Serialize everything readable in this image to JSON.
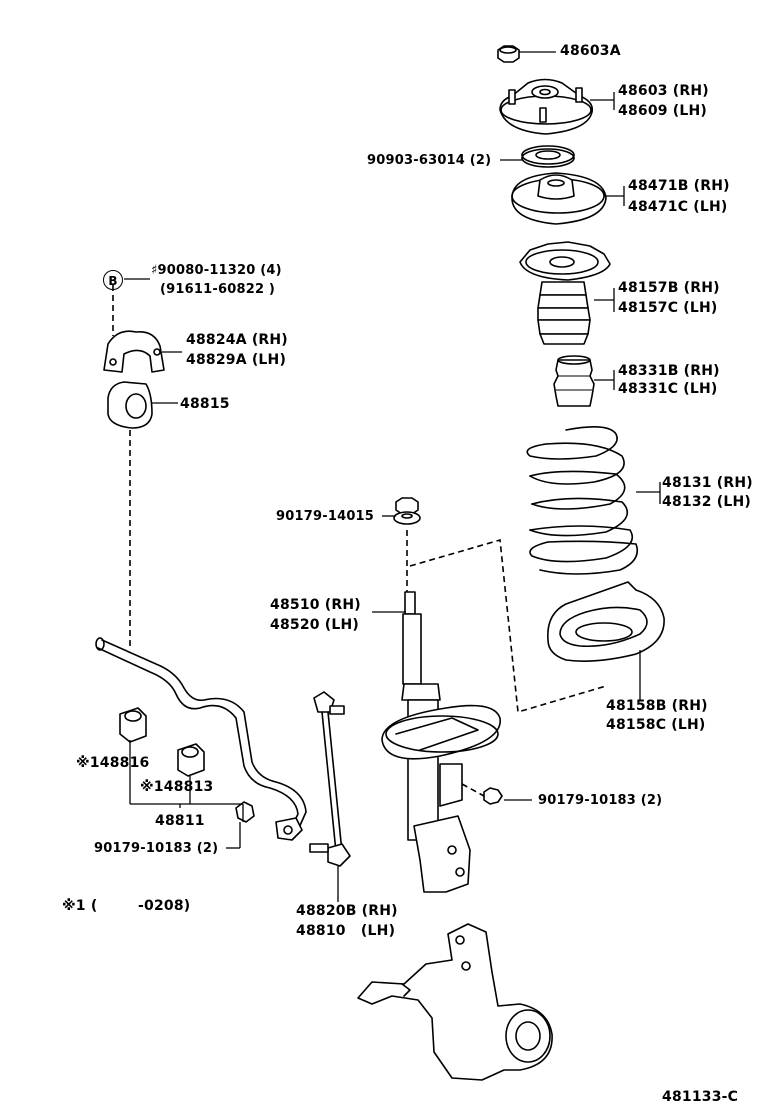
{
  "labels": {
    "nut_48603a": "48603A",
    "support_rh": "48603 (RH)",
    "support_lh": "48609 (LH)",
    "bearing": "90903-63014 (2)",
    "seat_upper_rh": "48471B (RH)",
    "seat_upper_lh": "48471C (LH)",
    "bound_stop": "♯90080-11320 (4)",
    "bound_stop_alt": "(91611-60822 )",
    "bracket_rh": "48824A (RH)",
    "bracket_lh": "48829A (LH)",
    "bushing": "48815",
    "boot_rh": "48157B (RH)",
    "boot_lh": "48157C (LH)",
    "bumper_rh": "48331B (RH)",
    "bumper_lh": "48331C (LH)",
    "spring_rh": "48131 (RH)",
    "spring_lh": "48132 (LH)",
    "strut_nut": "90179-14015",
    "absorber_rh": "48510 (RH)",
    "absorber_lh": "48520 (LH)",
    "lower_seat_rh": "48158B (RH)",
    "lower_seat_lh": "48158C (LH)",
    "bolt_right": "90179-10183 (2)",
    "bush_148816": "※148816",
    "bush_148813": "※148813",
    "stabilizer": "48811",
    "bolt_left": "90179-10183 (2)",
    "footnote": "※1 (        -0208)",
    "link_rh": "48820B (RH)",
    "link_lh": "48810   (LH)",
    "diagram_id": "481133-C",
    "circle_b": "B"
  }
}
